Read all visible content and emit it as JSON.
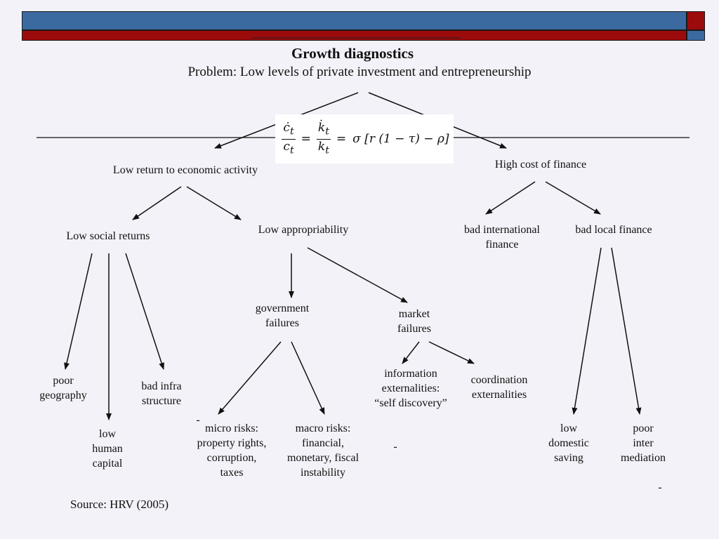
{
  "title": "Growth diagnostics",
  "subtitle": "Problem: Low levels of private investment and entrepreneurship",
  "equation": {
    "lhs_num": "ċ",
    "lhs_den": "c",
    "mid_num": "k̇",
    "mid_den": "k",
    "sub": "t",
    "rhs": "σ [r (1 − τ) − ρ]",
    "eq": "="
  },
  "nodes": {
    "low_return": "Low return to economic activity",
    "high_cost": "High cost of finance",
    "low_social": "Low social returns",
    "low_approp": "Low appropriability",
    "bad_intl": "bad international\nfinance",
    "bad_local": "bad local finance",
    "govt_fail": "government\nfailures",
    "market_fail": "market\nfailures",
    "poor_geo": "poor\ngeography",
    "bad_infra": "bad infra\nstructure",
    "low_human": "low\nhuman\ncapital",
    "micro": "micro risks:\nproperty rights,\ncorruption,\ntaxes",
    "macro": "macro risks:\nfinancial,\nmonetary, fiscal\ninstability",
    "info_ext": "information\nexternalities:\n“self discovery”",
    "coord_ext": "coordination\nexternalities",
    "low_saving": "low\ndomestic\nsaving",
    "poor_inter": "poor\ninter\nmediation"
  },
  "marks": {
    "micro_mark": "-",
    "mid_mark": "-",
    "right_mark": "-"
  },
  "source": "Source: HRV (2005)",
  "colors": {
    "header_blue": "#3a6aa0",
    "header_red": "#9c0b0c",
    "background": "#f3f2f8",
    "arrow": "#111111"
  }
}
